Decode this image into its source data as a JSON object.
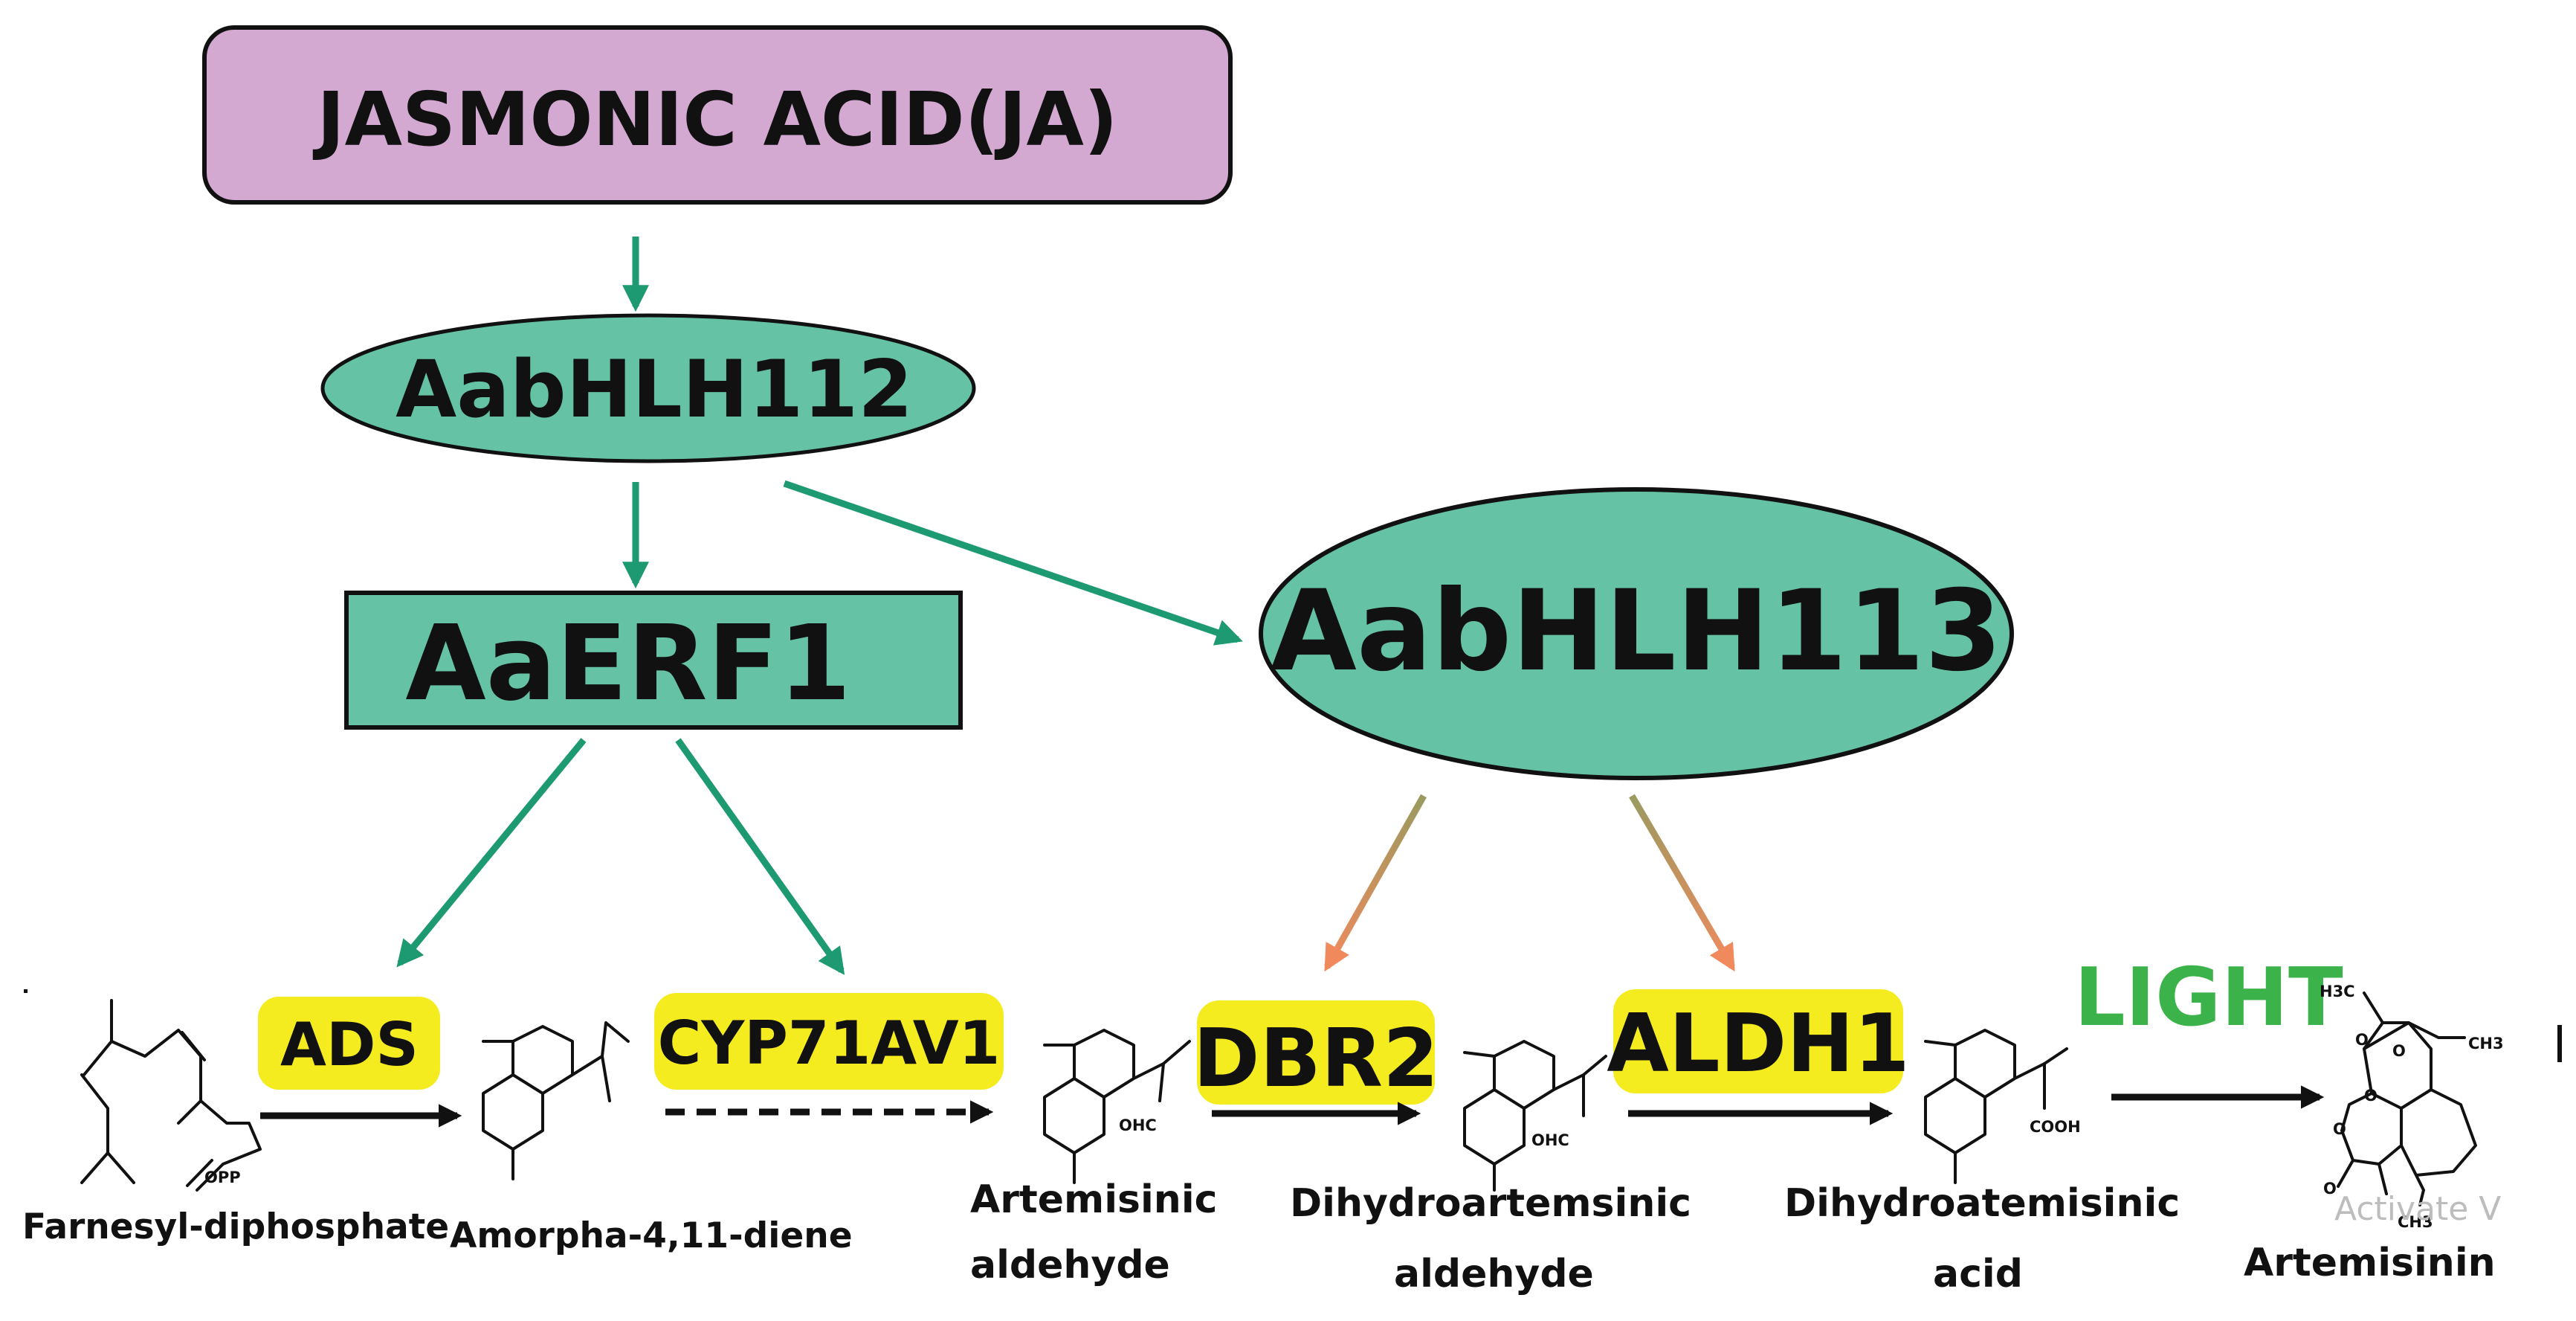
{
  "nodes": {
    "ja": "JASMONIC ACID(JA)",
    "bhlh112": "AabHLH112",
    "erf1": "AaERF1",
    "bhlh113": "AabHLH113"
  },
  "enzymes": {
    "ads": "ADS",
    "cyp": "CYP71AV1",
    "dbr2": "DBR2",
    "aldh1": "ALDH1",
    "light": "LIGHT"
  },
  "compounds": {
    "fpp": "Farnesyl-diphosphate",
    "amorpha": "Amorpha-4,11-diene",
    "art_ald_1": "Artemisinic",
    "art_ald_2": "aldehyde",
    "dihydro_ald_1": "Dihydroartemsinic",
    "dihydro_ald_2": "aldehyde",
    "dihydro_acid_1": "Dihydroatemisinic",
    "dihydro_acid_2": "acid",
    "artemisinin": "Artemisinin"
  },
  "group_labels": {
    "opp": "OPP",
    "ohc_1": "OHC",
    "ohc_2": "OHC",
    "cooh": "COOH",
    "h3c": "H3C",
    "ch3_a": "CH3",
    "ch3_b": "CH3",
    "o1": "O",
    "o2": "O",
    "o3": "O",
    "o4": "O",
    "o5": "O"
  },
  "watermark": "Activate V",
  "colors": {
    "ja_fill": "#d3a8d1",
    "teal": "#65c2a5",
    "arrow_teal": "#1e9a72",
    "highlight": "#f5ec1f",
    "light_green": "#3cb34a",
    "orange": "#f08a5d"
  }
}
